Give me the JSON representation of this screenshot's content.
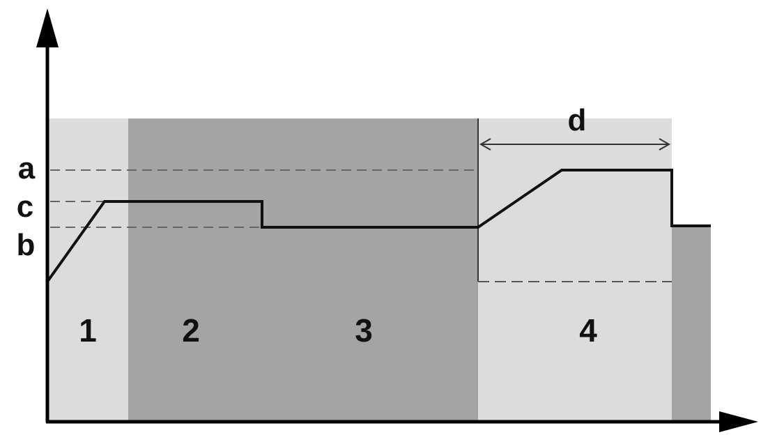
{
  "zones": [
    {
      "label": "1",
      "shade": "light"
    },
    {
      "label": "2",
      "shade": "dark"
    },
    {
      "label": "3",
      "shade": "dark"
    },
    {
      "label": "4",
      "shade": "light"
    }
  ],
  "levels": [
    {
      "label": "a"
    },
    {
      "label": "c"
    },
    {
      "label": "b"
    }
  ],
  "dimension": {
    "label": "d"
  },
  "colors": {
    "light_zone": "#dcdcdc",
    "dark_zone": "#a4a4a4",
    "profile_line": "#111111",
    "dashed_line": "#666666",
    "axis": "#000000"
  }
}
